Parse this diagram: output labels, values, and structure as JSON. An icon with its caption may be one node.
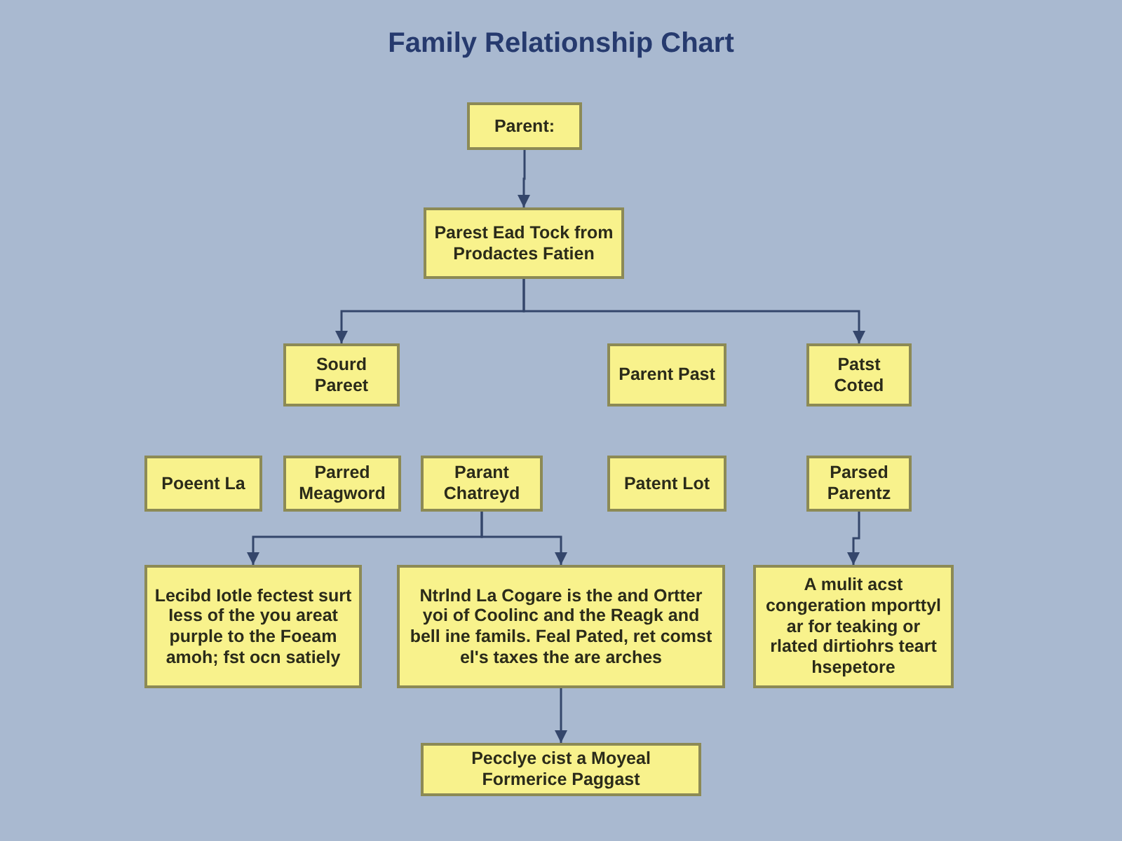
{
  "diagram": {
    "title": "Family Relationship Chart",
    "nodes": [
      {
        "text": [
          "Parent:"
        ]
      },
      {
        "text": [
          "Parest Ead Tock from Prodactes Fatien"
        ]
      },
      {
        "text": [
          "Sourd Pareet"
        ]
      },
      {
        "text": [
          "Parent Past"
        ]
      },
      {
        "text": [
          "Patst Coted"
        ]
      },
      {
        "text": [
          "Poeent La"
        ]
      },
      {
        "text": [
          "Parred Meagword"
        ]
      },
      {
        "text": [
          "Parant Chatreyd"
        ]
      },
      {
        "text": [
          "Patent Lot"
        ]
      },
      {
        "text": [
          "Parsed Parentz"
        ]
      },
      {
        "text": [
          "Lecibd Iotle fectest surt Iess of the you areat purple to the Foeam amoh; fst ocn satiely"
        ]
      },
      {
        "text": [
          "Ntrlnd La Cogare is the and Ortter yoi of Coolinc and the Reagk and bell ine famils. Feal Pated, ret comst el's taxes the are arches"
        ]
      },
      {
        "text": [
          "A mulit acst congeration mporttyl ar for teaking or rlated dirtiohrs teart hsepetore"
        ]
      },
      {
        "text": [
          "Pecclye cist a Moyeal Formerice Paggast"
        ]
      }
    ],
    "edges": [
      {
        "from": 0,
        "to": 1,
        "arrow": "to"
      },
      {
        "from": 1,
        "to": 2,
        "arrow": "to"
      },
      {
        "from": 1,
        "to": 4,
        "arrow": "to"
      },
      {
        "from": 7,
        "to": 10,
        "arrow": "to"
      },
      {
        "from": 7,
        "to": 11,
        "arrow": "to"
      },
      {
        "from": 9,
        "to": 12,
        "arrow": "to"
      },
      {
        "from": 11,
        "to": 13,
        "arrow": "to"
      }
    ]
  }
}
